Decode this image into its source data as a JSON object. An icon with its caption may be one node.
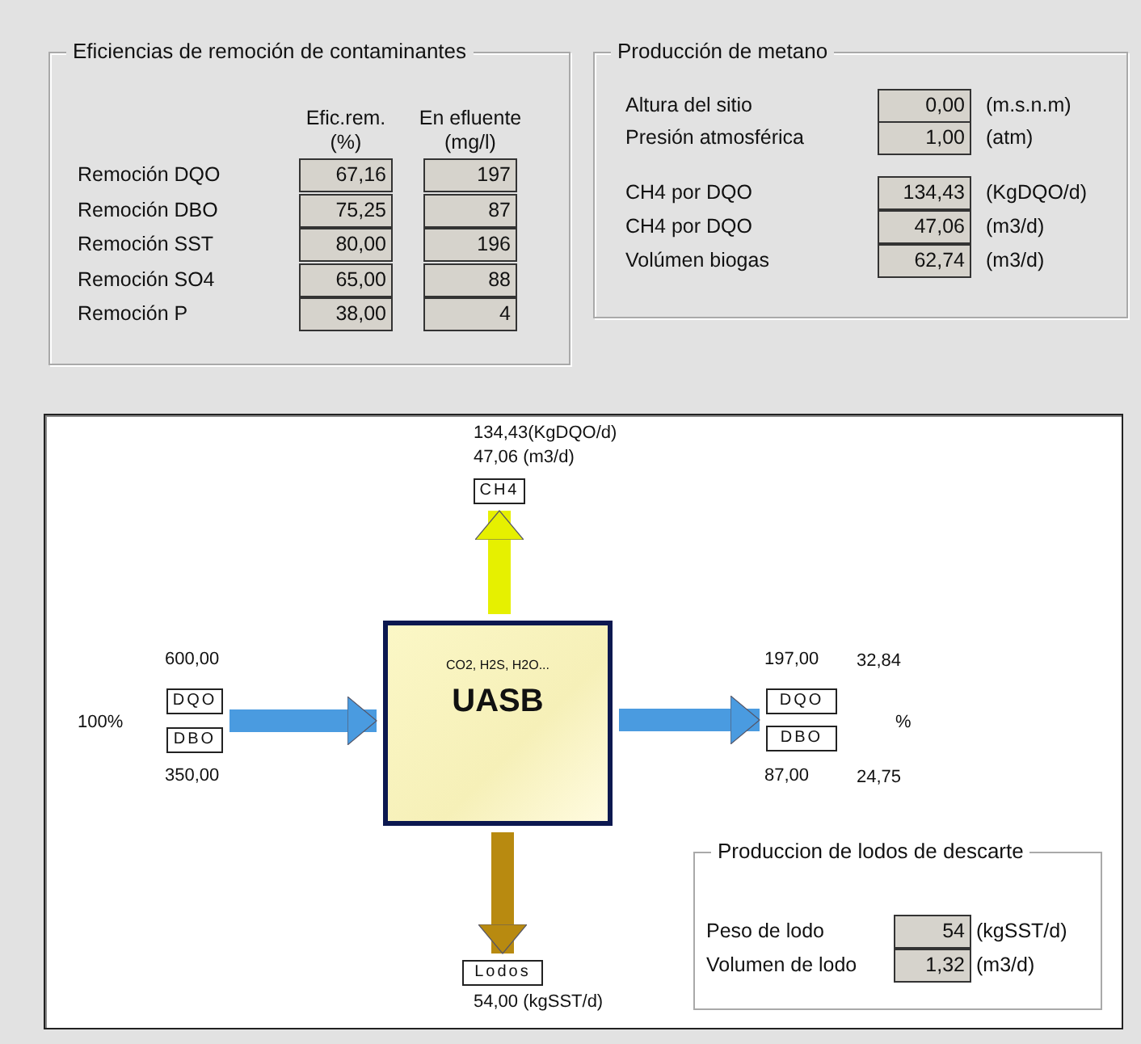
{
  "diagram": {
    "nodes": [
      {
        "text": [
          "Eficiencias de remoción de contaminantes"
        ]
      },
      {
        "text": [
          "Producción de metano"
        ]
      },
      {
        "text": [],
        "shape": "box"
      },
      {
        "text": [
          "CO2, H2S, H2O...",
          "UASB"
        ],
        "in": 2
      },
      {
        "text": [
          "CH4"
        ],
        "in": 2,
        "beside": [
          "134,43(KgDQO/d)",
          "47,06 (m3/d)"
        ]
      },
      {
        "text": [
          "DQO"
        ],
        "in": 2,
        "beside": [
          "600,00"
        ]
      },
      {
        "text": [
          "DBO"
        ],
        "in": 2,
        "beside": [
          "350,00"
        ]
      },
      {
        "text": [
          "DQO"
        ],
        "in": 2,
        "beside": [
          "197,00"
        ]
      },
      {
        "text": [
          "DBO"
        ],
        "in": 2,
        "beside": [
          "87,00"
        ]
      },
      {
        "text": [
          "Lodos"
        ],
        "in": 2,
        "beside": [
          "54,00 (kgSST/d)"
        ]
      },
      {
        "text": [
          "Produccion de lodos de descarte"
        ],
        "in": 2
      }
    ],
    "edges": [
      {
        "from": 5,
        "to": 3,
        "arrow": "to"
      },
      {
        "from": 6,
        "to": 3,
        "arrow": "to"
      },
      {
        "from": 3,
        "to": 7,
        "arrow": "to"
      },
      {
        "from": 3,
        "to": 8,
        "arrow": "to"
      },
      {
        "from": 3,
        "to": 4,
        "arrow": "to",
        "color": "#e6f000"
      },
      {
        "from": 3,
        "to": 9,
        "arrow": "to",
        "color": "#b88a10"
      }
    ],
    "labels": [
      "Efic.rem. (%)",
      "En efluente (mg/l)",
      "Remoción DQO",
      "67,16",
      "197",
      "Remoción DBO",
      "75,25",
      "87",
      "Remoción SST",
      "80,00",
      "196",
      "Remoción SO4",
      "65,00",
      "88",
      "Remoción P",
      "38,00",
      "4",
      "Altura del sitio",
      "0,00",
      "(m.s.n.m)",
      "Presión atmosférica",
      "1,00",
      "(atm)",
      "CH4 por DQO",
      "134,43",
      "(KgDQO/d)",
      "CH4 por DQO",
      "47,06",
      "(m3/d)",
      "Volúmen biogas",
      "62,74",
      "(m3/d)",
      "100%",
      "32,84",
      "%",
      "24,75",
      "Peso de lodo",
      "54",
      "(kgSST/d)",
      "Volumen de lodo",
      "1,32",
      "(m3/d)"
    ]
  }
}
